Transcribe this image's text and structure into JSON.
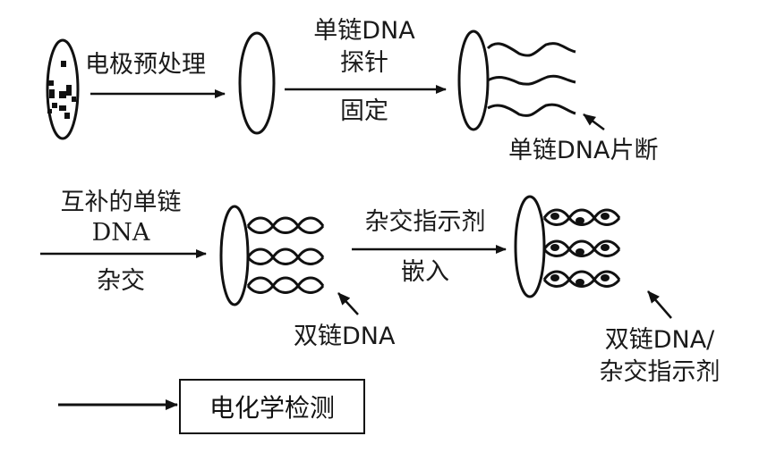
{
  "title": "DNA电化学传感器制备与检测流程",
  "steps": {
    "pretreat": {
      "label": "电极预处理"
    },
    "probe": {
      "label_top1": "单链DNA",
      "label_top2": "探针",
      "label_bottom": "固定"
    },
    "ssdna_fragment": {
      "label": "单链DNA片断"
    },
    "hybridize": {
      "label_top1": "互补的单链",
      "label_top2": "DNA",
      "label_bottom": "杂交"
    },
    "dsdna": {
      "label": "双链DNA"
    },
    "indicator": {
      "label_top": "杂交指示剂",
      "label_bottom": "嵌入"
    },
    "dsdna_indicator": {
      "label_line1": "双链DNA/",
      "label_line2": "杂交指示剂"
    },
    "detect": {
      "label": "电化学检测"
    }
  },
  "colors": {
    "stroke": "#111111",
    "background": "#ffffff"
  }
}
